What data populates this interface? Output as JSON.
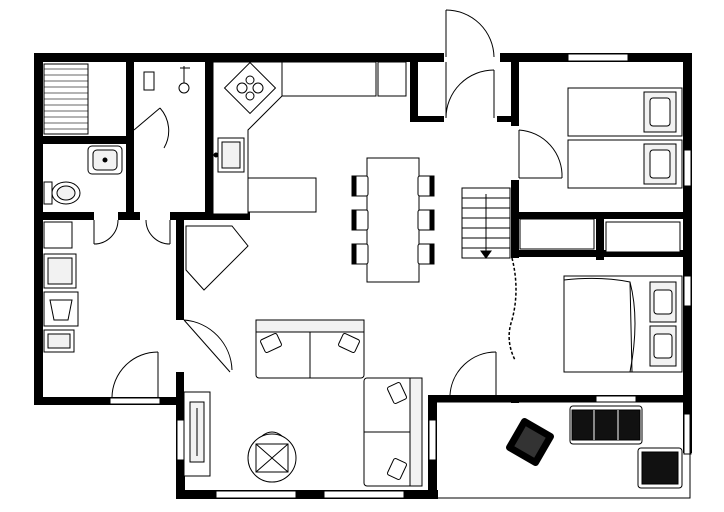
{
  "floor_plan": {
    "rooms": [
      {
        "id": "sauna",
        "fixtures": [
          "sauna-bench-icon"
        ]
      },
      {
        "id": "shower-room",
        "fixtures": [
          "shower-head-icon"
        ]
      },
      {
        "id": "wc",
        "fixtures": [
          "sink-icon",
          "toilet-icon"
        ]
      },
      {
        "id": "utility-room",
        "fixtures": [
          "washing-machine-icon",
          "laundry-sink-icon"
        ]
      },
      {
        "id": "kitchen",
        "fixtures": [
          "stove-icon",
          "sink-icon",
          "refrigerator-icon"
        ]
      },
      {
        "id": "living-room",
        "fixtures": [
          "dining-table-icon",
          "sofa-icon",
          "fireplace-icon",
          "armchair-icon"
        ]
      },
      {
        "id": "bedroom-1",
        "fixtures": [
          "twin-beds-icon"
        ]
      },
      {
        "id": "bedroom-2",
        "fixtures": [
          "double-bed-icon"
        ]
      },
      {
        "id": "terrace",
        "fixtures": [
          "lounge-chair-icon",
          "outdoor-sofa-icon"
        ]
      }
    ],
    "dining_chairs": 6,
    "stairs": "down-arrow-icon",
    "colors": {
      "wall": "#000000",
      "line": "#000000",
      "fill": "#ffffff",
      "furniture": "#f2f2f2"
    }
  }
}
